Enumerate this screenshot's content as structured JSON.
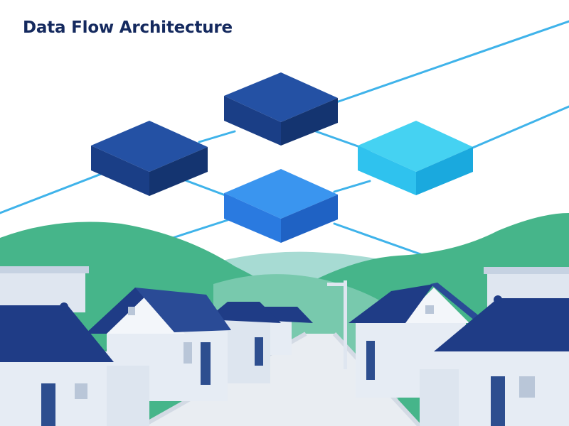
{
  "page": {
    "title": "Data Flow Architecture"
  },
  "colors": {
    "title": "#14295e",
    "line": "#3fb3ea",
    "block_navy_top": "#2451a4",
    "block_navy_side": "#173a80",
    "block_blue_top": "#3a95ef",
    "block_blue_side": "#2a75d6",
    "block_cyan_top": "#45d2f2",
    "block_cyan_side": "#22b6e6",
    "hill_green": "#46b58a",
    "hill_pale": "#a7dbd3",
    "roof_navy": "#1f3c86",
    "wall_light": "#e6ecf4",
    "road": "#e9edf2"
  },
  "diagram": {
    "nodes": [
      {
        "id": "node-top-center",
        "color": "navy"
      },
      {
        "id": "node-left",
        "color": "navy"
      },
      {
        "id": "node-right",
        "color": "cyan"
      },
      {
        "id": "node-center",
        "color": "blue"
      }
    ],
    "connections": [
      {
        "from": "node-top-center",
        "to": "node-left"
      },
      {
        "from": "node-top-center",
        "to": "node-right"
      },
      {
        "from": "node-left",
        "to": "node-center"
      },
      {
        "from": "node-center",
        "to": "node-right"
      }
    ]
  }
}
